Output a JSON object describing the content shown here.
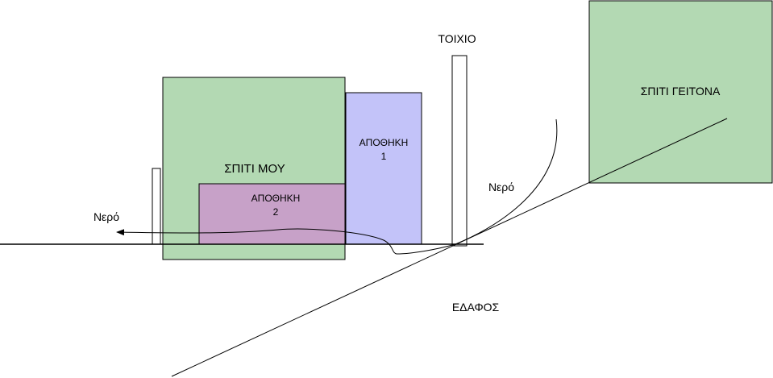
{
  "labels": {
    "my_house": "ΣΠΙΤΙ ΜΟΥ",
    "storage1_line1": "ΑΠΟΘΗΚΗ",
    "storage1_line2": "1",
    "storage2_line1": "ΑΠΟΘΗΚΗ",
    "storage2_line2": "2",
    "wall": "ΤΟΙΧΙΟ",
    "neighbor_house": "ΣΠΙΤΙ ΓΕΙΤΟΝΑ",
    "water_right": "Νερό",
    "water_left": "Νερό",
    "ground": "ΕΔΑΦΟΣ"
  },
  "colors": {
    "house_green": "#b3d9b3",
    "storage1_blue": "#c3c3f9",
    "storage2_purple": "#c7a1c8",
    "outline": "#000000",
    "background": "#ffffff"
  }
}
